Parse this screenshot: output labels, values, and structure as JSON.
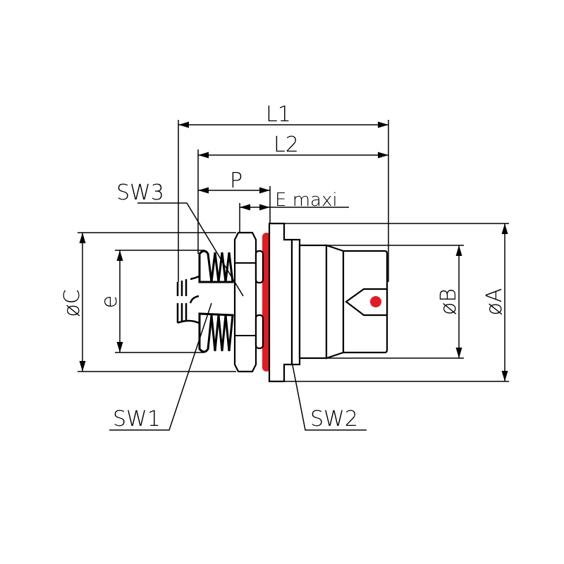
{
  "labels": {
    "L1": "L1",
    "L2": "L2",
    "P": "P",
    "E": "E maxi",
    "SW3": "SW3",
    "SW1": "SW1",
    "SW2": "SW2",
    "phiC": "øC",
    "e": "e",
    "phiB": "øB",
    "phiA": "øA"
  },
  "colors": {
    "accent": "#e31b23",
    "line": "#000000"
  }
}
